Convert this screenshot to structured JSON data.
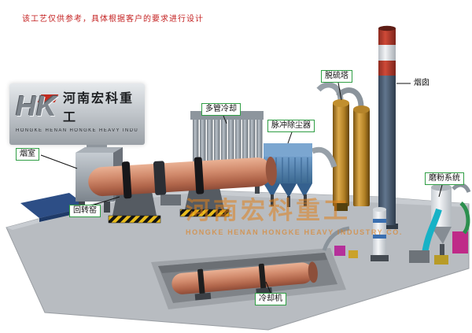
{
  "note": "该工艺仅供参考，具体根据客户的要求进行设计",
  "logo": {
    "initials": "HK",
    "name_cn": "河南宏科重工",
    "name_en": "HONGKE HENAN HONGKE HEAVY INDUSTRY CO.,LTD"
  },
  "watermark": {
    "cn": "河南宏科重工",
    "en": "HONGKE HENAN HONGKE HEAVY INDUSTRY CO."
  },
  "labels": {
    "smoke_chamber": "烟室",
    "rotary_kiln": "回转窑",
    "multi_tube_cooler": "多管冷却",
    "pulse_dust_collector": "脉冲除尘器",
    "desulfurization_tower": "脱硫塔",
    "chimney": "烟囱",
    "grinding_system": "磨粉系统",
    "cooler": "冷却机"
  },
  "colors": {
    "note_red": "#c42222",
    "label_border_green": "#2f9e44",
    "kiln_salmon": "#d18a6c",
    "dust_collector_blue": "#4a7aab",
    "tower_orange": "#b07f24",
    "chimney_red": "#cf4a38",
    "chimney_body": "#62768e",
    "platform_gray": "#b8bcc1",
    "watermark_orange": "#de801c",
    "hazard_yellow": "#e8bc1c"
  }
}
